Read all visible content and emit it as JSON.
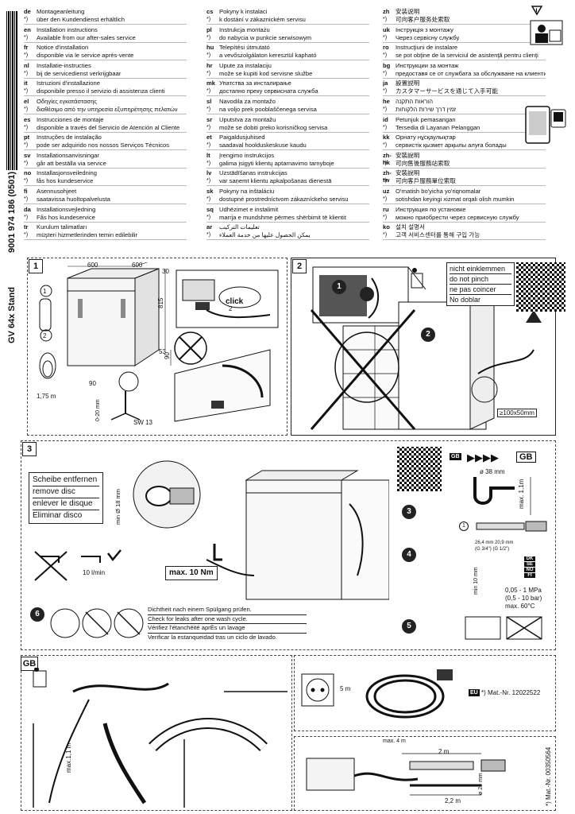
{
  "languages": [
    {
      "code": "de",
      "title": "Montageanleitung",
      "sub": "über den Kundendienst erhältlich"
    },
    {
      "code": "en",
      "title": "Installation instructions",
      "sub": "Available from our after-sales service"
    },
    {
      "code": "fr",
      "title": "Notice d'installation",
      "sub": "disponible via le service après-vente"
    },
    {
      "code": "nl",
      "title": "Installatie-instructies",
      "sub": "bij de servicedienst verkrijgbaar"
    },
    {
      "code": "it",
      "title": "Istruzioni d'installazione",
      "sub": "disponibile presso il servizio di assistenza clienti"
    },
    {
      "code": "el",
      "title": "Οδηγίες εγκατάστασης",
      "sub": "διαθέσιμο από την υπηρεσία εξυπηρέτησης πελατών"
    },
    {
      "code": "es",
      "title": "Instrucciones de montaje",
      "sub": "disponible a través del Servicio de Atención al Cliente"
    },
    {
      "code": "pt",
      "title": "Instruções de instalação",
      "sub": "pode ser adquirido nos nossos Serviços Técnicos"
    },
    {
      "code": "sv",
      "title": "Installationsanvisningar",
      "sub": "går att beställa via service"
    },
    {
      "code": "no",
      "title": "Installasjonsveiledning",
      "sub": "fås hos kundeservice"
    },
    {
      "code": "fi",
      "title": "Asennusohjeet",
      "sub": "saatavissa huoltopalvelusta"
    },
    {
      "code": "da",
      "title": "Installationsvejledning",
      "sub": "Fås hos kundeservice"
    },
    {
      "code": "tr",
      "title": "Kurulum talimatları",
      "sub": "müşteri hizmetlerinden temin edilebilir"
    },
    {
      "code": "cs",
      "title": "Pokyny k instalaci",
      "sub": "k dostání v zákaznickém servisu"
    },
    {
      "code": "pl",
      "title": "Instrukcja montażu",
      "sub": "do nabycia w punkcie serwisowym"
    },
    {
      "code": "hu",
      "title": "Telepítési útmutató",
      "sub": "a vevőszolgálaton keresztül kapható"
    },
    {
      "code": "hr",
      "title": "Upute za instalaciju",
      "sub": "može se kupiti kod servisne službe"
    },
    {
      "code": "mk",
      "title": "Упатства за инсталирање",
      "sub": "достапно преку сервисната служба"
    },
    {
      "code": "sl",
      "title": "Navodila za montažo",
      "sub": "na voljo prek pooblaščenega servisa"
    },
    {
      "code": "sr",
      "title": "Uputstva za montažu",
      "sub": "može se dobiti preko korisničkog servisa"
    },
    {
      "code": "et",
      "title": "Paigaldusjuhised",
      "sub": "saadaval hoolduskeskuse kaudu"
    },
    {
      "code": "lt",
      "title": "Įrengimo instrukcijos",
      "sub": "galima įsigyti klientų aptarnavimo tarnyboje"
    },
    {
      "code": "lv",
      "title": "Uzstādīšanas instrukcijas",
      "sub": "var saņemt klientu apkalpošanas dienestā"
    },
    {
      "code": "sk",
      "title": "Pokyny na inštaláciu",
      "sub": "dostupné prostredníctvom zákazníckeho servisu"
    },
    {
      "code": "sq",
      "title": "Udhëzimet e instalimit",
      "sub": "marrja e mundshme përmes shërbimit të klientit"
    },
    {
      "code": "ar",
      "title": "تعليمات التركيب",
      "sub": "يمكن الحصول عليها من خدمة العملاء"
    },
    {
      "code": "zh",
      "title": "安装说明",
      "sub": "可向客户服务处索取"
    },
    {
      "code": "uk",
      "title": "Інструкція з монтажу",
      "sub": "Через сервісну службу"
    },
    {
      "code": "ro",
      "title": "Instrucţiuni de instalare",
      "sub": "se pot obţine de la serviciul de asistenţă pentru clienţi"
    },
    {
      "code": "bg",
      "title": "Инструкции за монтаж",
      "sub": "предоставя се от службата за обслужване на клиенти"
    },
    {
      "code": "ja",
      "title": "設置説明",
      "sub": "カスタマーサービスを通じて入手可能"
    },
    {
      "code": "he",
      "title": "הוראות התקנה",
      "sub": "זמין דרך שירות הלקוחות"
    },
    {
      "code": "id",
      "title": "Petunjuk pemasangan",
      "sub": "Tersedia di Layanan Pelanggan"
    },
    {
      "code": "kk",
      "title": "Орнату нұсқаулықтар",
      "sub": "сервистік қызмет арқылы алуға болады"
    },
    {
      "code": "zh-hk",
      "title": "安裝說明",
      "sub": "可向售後服務站索取"
    },
    {
      "code": "zh-tw",
      "title": "安裝說明",
      "sub": "可向客戶服務單位索取"
    },
    {
      "code": "uz",
      "title": "O'rnatish bo'yicha yo'riqnomalar",
      "sub": "sotishdan keyingi xizmat orqali olish mumkin"
    },
    {
      "code": "ru",
      "title": "Инструкция по установке",
      "sub": "можно приобрести через сервисную службу"
    },
    {
      "code": "ko",
      "title": "설치 설명서",
      "sub": "고객 서비스센터를 통해 구입 가능"
    }
  ],
  "cart_glyph": "*)",
  "doc_number": "9001 974 186 (0501)",
  "model": "GV 64x Stand",
  "panel1": {
    "num": "1",
    "dims": {
      "w1": "600",
      "w2": "600",
      "h_top": "30",
      "h": "815",
      "h_low": "90",
      "d1": "53",
      "d2": "90",
      "range": "0-20 mm",
      "wrench": "SW 13"
    },
    "accessory1": "1",
    "accessory2": "2",
    "cable": "1,75 m",
    "click": "click",
    "step": "2"
  },
  "panel2": {
    "num": "2",
    "warnings": [
      "nicht einklemmen",
      "do not pinch",
      "ne pas coincer",
      "No doblar"
    ],
    "step1": "1",
    "step2": "2",
    "opening": "≥100x50mm"
  },
  "panel3": {
    "num": "3",
    "disc": [
      "Scheibe entfernen",
      "remove disc",
      "enlever le disque",
      "Eliminar disco"
    ],
    "diam18": "min Ø 18 mm",
    "flow": "10 l/min",
    "torque": "max. 10 Nm",
    "gb": "GB",
    "diam38": "ø 38 mm",
    "max11": "max. 1,1m",
    "acc1": "1",
    "thread_dims": "26,4 mm 20,9 mm",
    "thread_types": "(G 3/4\")   (G 1/2\")",
    "country_codes": [
      "DK",
      "SE",
      "NO",
      "FI"
    ],
    "min10": "min 10 mm",
    "pressure": [
      "0,05 - 1 MPa",
      "(0,5 - 10 bar)",
      "max. 60°C"
    ],
    "step3": "3",
    "step4": "4",
    "step5": "5",
    "step6": "6",
    "check": [
      "Dichtheit nach einem Spülgang prüfen.",
      "Check for leaks after one wash cycle.",
      "Vérifiez l'étanchéité aprÈs un lavage",
      "Verificar la estanqueidad tras un ciclo de lavado."
    ]
  },
  "panel_gb": {
    "label": "GB",
    "height": "max.1,1 m",
    "cable": "5 m",
    "eu": "EU",
    "mat1": "*) Mat.-Nr. 12022522",
    "max4": "max. 4 m",
    "len2": "2 m",
    "d22": "ø 22 mm",
    "len22": "2,2 m",
    "mat2": "*) Mat.-Nr. 00350564"
  }
}
